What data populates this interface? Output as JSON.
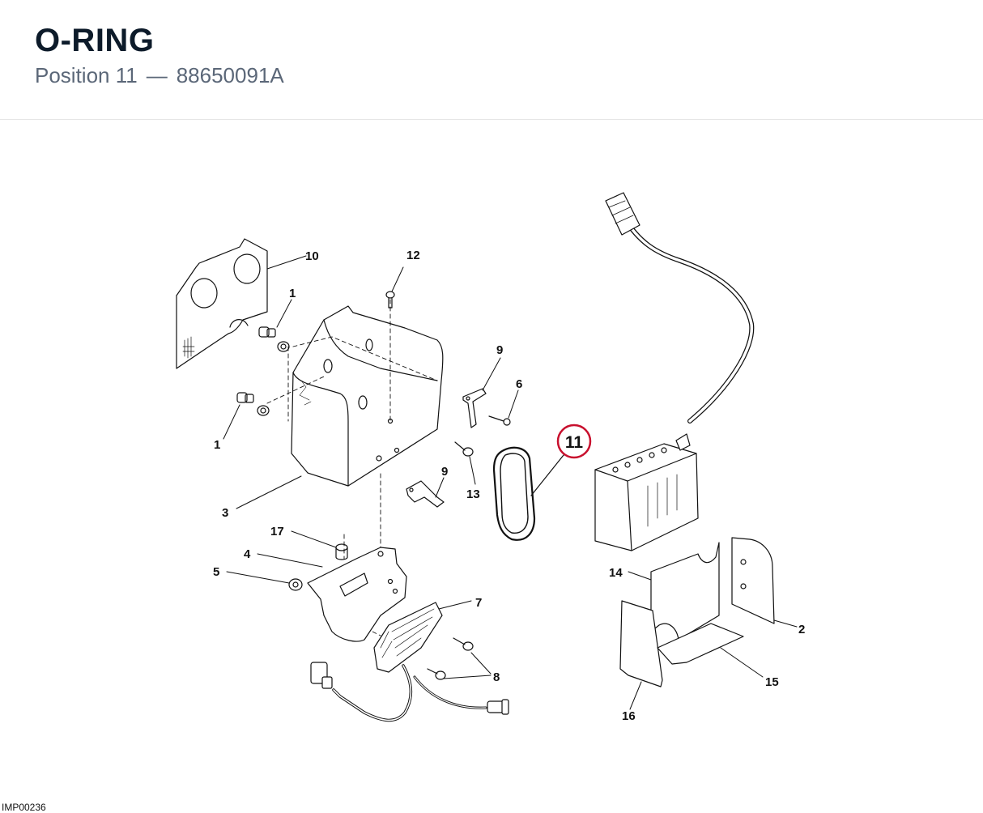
{
  "header": {
    "title": "O-RING",
    "position_text": "Position 11",
    "separator": "—",
    "part_number": "88650091A"
  },
  "diagram": {
    "highlight_color": "#c8102e",
    "highlighted_callout": "11",
    "callouts": [
      "10",
      "1",
      "12",
      "9",
      "6",
      "1",
      "13",
      "9",
      "3",
      "17",
      "4",
      "5",
      "7",
      "8",
      "14",
      "2",
      "15",
      "16"
    ]
  },
  "image_code": "IMP00236"
}
